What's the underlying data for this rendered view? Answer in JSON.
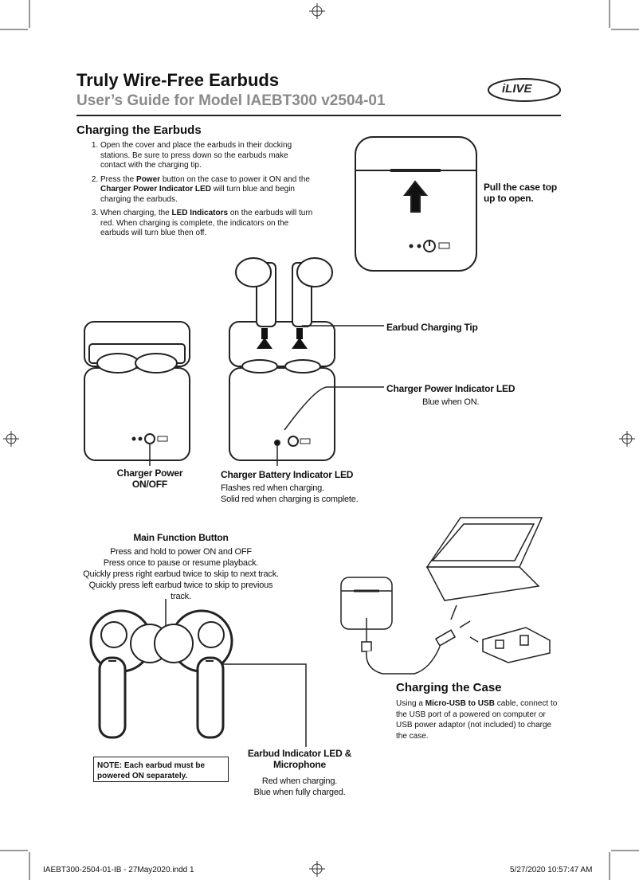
{
  "header": {
    "title": "Truly Wire-Free Earbuds",
    "subtitle": "User’s Guide for Model IAEBT300 v2504-01",
    "logo_text": "iLIVE"
  },
  "charging_earbuds": {
    "heading": "Charging the Earbuds",
    "steps": [
      {
        "parts": [
          "Open the cover and place the earbuds in their docking stations. Be sure to press down so the earbuds make contact with the charging tip."
        ]
      },
      {
        "parts": [
          "Press the ",
          "Power",
          " button on the case to power it ON and the ",
          "Charger Power Indicator LED",
          " will turn blue and begin charging the earbuds."
        ]
      },
      {
        "parts": [
          "When charging, the ",
          "LED Indicators",
          " on the earbuds will turn red. When charging is complete, the indicators on the earbuds will turn blue then off."
        ]
      }
    ]
  },
  "callouts": {
    "open_case": "Pull the case top up to open.",
    "charging_tip": "Earbud Charging Tip",
    "power_led_title": "Charger Power Indicator LED",
    "power_led_desc": "Blue when ON.",
    "power_onoff_1": "Charger Power",
    "power_onoff_2": "ON/OFF",
    "battery_led_title": "Charger Battery Indicator LED",
    "battery_led_desc_1": "Flashes red when charging.",
    "battery_led_desc_2": "Solid red when charging is complete.",
    "main_button_title": "Main Function Button",
    "main_button_lines": [
      "Press and hold to power ON and OFF",
      "Press once to pause or resume playback.",
      "Quickly press right earbud twice to skip to next track.",
      "Quickly press left earbud twice to skip to previous track."
    ],
    "earbud_led_title_1": "Earbud Indicator LED &",
    "earbud_led_title_2": "Microphone",
    "earbud_led_desc_1": "Red when charging.",
    "earbud_led_desc_2": "Blue when fully charged.",
    "note": "NOTE: Each earbud must be powered ON separately."
  },
  "charging_case": {
    "heading": "Charging the Case",
    "text_1": "Using a ",
    "text_bold": "Micro-USB to USB",
    "text_2": " cable, connect to the USB port of a powered on computer or USB power adaptor (not included) to charge the case."
  },
  "footer": {
    "file": "IAEBT300-2504-01-IB - 27May2020.indd   1",
    "date": "5/27/2020   10:57:47 AM"
  },
  "colors": {
    "text": "#111111",
    "subtitle": "#8a8a8a",
    "line": "#222222"
  }
}
